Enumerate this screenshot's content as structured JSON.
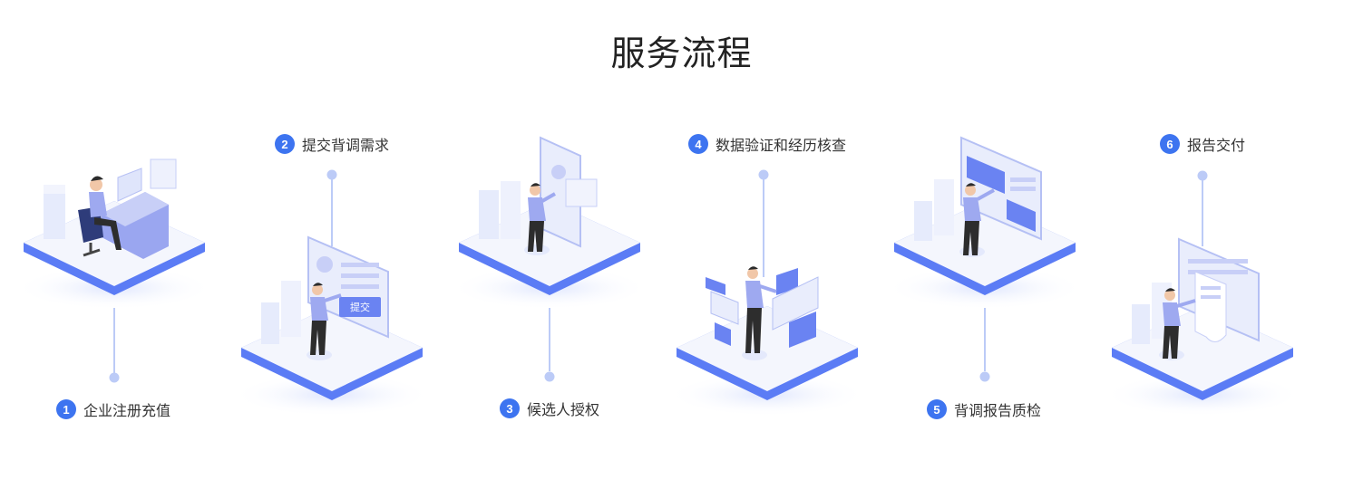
{
  "page": {
    "title": "服务流程"
  },
  "steps": [
    {
      "num": "1",
      "label": "企业注册充值"
    },
    {
      "num": "2",
      "label": "提交背调需求"
    },
    {
      "num": "3",
      "label": "候选人授权"
    },
    {
      "num": "4",
      "label": "数据验证和经历核查"
    },
    {
      "num": "5",
      "label": "背调报告质检"
    },
    {
      "num": "6",
      "label": "报告交付"
    }
  ],
  "illustrations": {
    "submit_button_label": "提交"
  },
  "colors": {
    "accent": "#3d74f0",
    "platform_edge": "#5b7cf5",
    "platform_top": "#f4f6fd",
    "connector": "#bccbf7",
    "figure_shirt": "#9ea9f0",
    "figure_pants": "#2d2d2d",
    "panel": "#e9edfc",
    "panel_dark": "#6a83f2"
  }
}
